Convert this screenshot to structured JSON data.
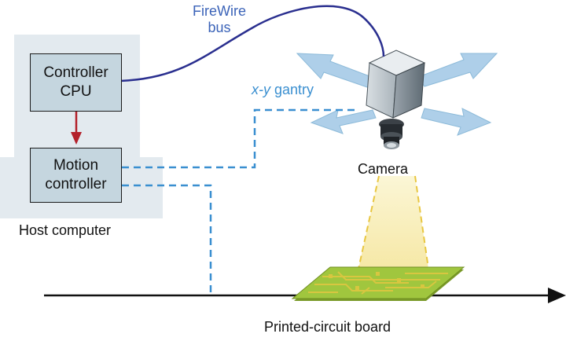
{
  "labels": {
    "firewire_line1": "FireWire",
    "firewire_line2": "bus",
    "xy_gantry_italic": "x-y",
    "xy_gantry_rest": " gantry",
    "controller_cpu_line1": "Controller",
    "controller_cpu_line2": "CPU",
    "motion_controller_line1": "Motion",
    "motion_controller_line2": "controller",
    "host_computer": "Host computer",
    "camera": "Camera",
    "pcb": "Printed-circuit board"
  },
  "colors": {
    "host_panel": "#e3eaef",
    "box_fill": "#c5d6df",
    "firewire_cable": "#2a2f8f",
    "gantry_dashed": "#3a8fd0",
    "cpu_to_motion_arrow": "#b3202a",
    "motion_arrows": "#a9cde8",
    "light_beam": "#fbf1c0",
    "pcb_green": "#9cc23c",
    "pcb_traces": "#d8c640",
    "label_blue": "#3b63b8"
  }
}
